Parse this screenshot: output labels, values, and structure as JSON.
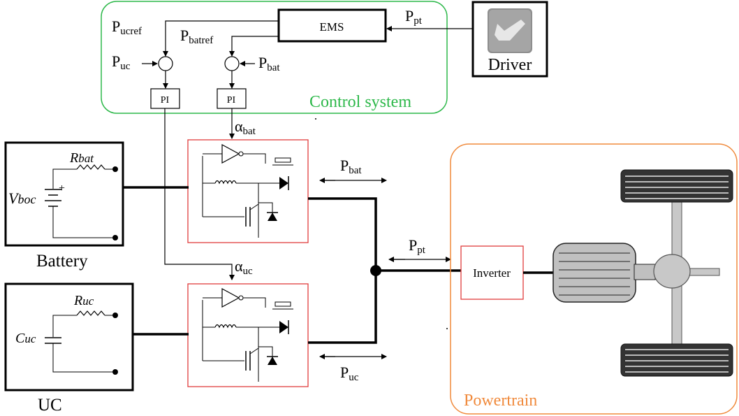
{
  "control_system": {
    "title": "Control system",
    "ems_label": "EMS",
    "pi_label_uc": "PI",
    "pi_label_bat": "PI",
    "p_ucref": {
      "base": "P",
      "sub": "ucref"
    },
    "p_batref": {
      "base": "P",
      "sub": "batref"
    },
    "p_uc_in": {
      "base": "P",
      "sub": "uc"
    },
    "p_bat_in": {
      "base": "P",
      "sub": "bat"
    },
    "p_pt_in": {
      "base": "P",
      "sub": "pt"
    }
  },
  "driver": {
    "label": "Driver",
    "icon": "driver-app-icon"
  },
  "battery": {
    "label": "Battery",
    "resistor": {
      "base": "R",
      "sub": "bat"
    },
    "voltage": {
      "base": "V",
      "sub": "boc"
    },
    "plus": "+"
  },
  "uc": {
    "label": "UC",
    "resistor": {
      "base": "R",
      "sub": "uc"
    },
    "capacitor": {
      "base": "C",
      "sub": "uc"
    }
  },
  "converters": {
    "alpha_bat": {
      "base": "α",
      "sub": "bat"
    },
    "alpha_uc": {
      "base": "α",
      "sub": "uc"
    }
  },
  "flows": {
    "p_bat": {
      "base": "P",
      "sub": "bat"
    },
    "p_uc": {
      "base": "P",
      "sub": "uc"
    },
    "p_pt": {
      "base": "P",
      "sub": "pt"
    }
  },
  "powertrain": {
    "title": "Powertrain",
    "inverter_label": "Inverter"
  },
  "colors": {
    "control_border": "#2db84a",
    "powertrain_border": "#f08a3c",
    "converter_border": "#e03c3c"
  }
}
